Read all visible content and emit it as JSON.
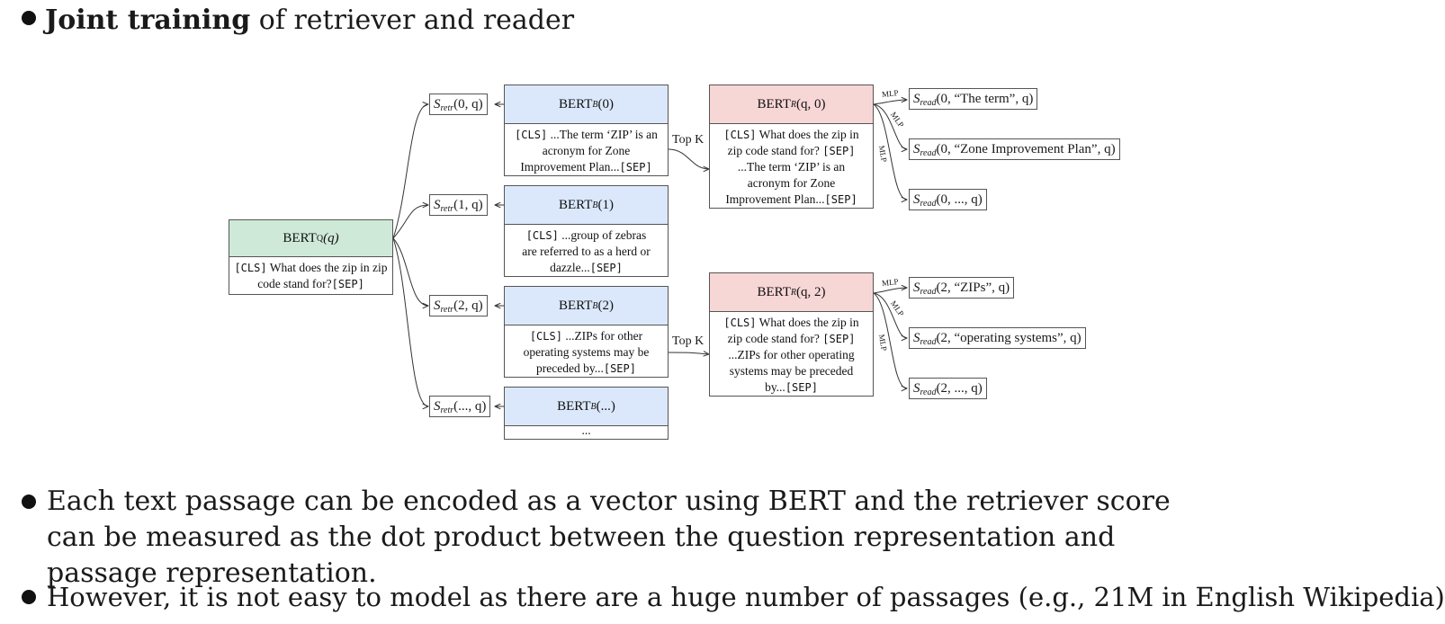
{
  "heading": {
    "bold": "Joint training",
    "rest": " of retriever and reader"
  },
  "question": {
    "title": "BERT",
    "title_sub": "Q",
    "title_arg": "(q)",
    "cls": "[CLS]",
    "text": " What does the zip in zip code stand for?",
    "sep": "[SEP]"
  },
  "passages": [
    {
      "sub": "B",
      "arg": "(0)",
      "cls": "[CLS]",
      "text": " ...The term ‘ZIP’ is an acronym for Zone Improvement Plan...",
      "sep": "[SEP]"
    },
    {
      "sub": "B",
      "arg": "(1)",
      "cls": "[CLS]",
      "text": " ...group of zebras are referred to as a herd or dazzle...",
      "sep": "[SEP]"
    },
    {
      "sub": "B",
      "arg": "(2)",
      "cls": "[CLS]",
      "text": " ...ZIPs for other operating systems may be preceded by...",
      "sep": "[SEP]"
    },
    {
      "sub": "B",
      "arg": "(...)",
      "body": "..."
    }
  ],
  "retr_scores": [
    {
      "label": "S",
      "sub": "retr",
      "arg": "(0, q)"
    },
    {
      "label": "S",
      "sub": "retr",
      "arg": "(1, q)"
    },
    {
      "label": "S",
      "sub": "retr",
      "arg": "(2, q)"
    },
    {
      "label": "S",
      "sub": "retr",
      "arg": "(..., q)"
    }
  ],
  "readers": [
    {
      "sub": "R",
      "arg": "(q, 0)",
      "cls": "[CLS]",
      "q_text": " What does the zip in zip code stand for?",
      "sep1": "[SEP]",
      "p_text": " ...The term ‘ZIP’ is an acronym for Zone Improvement Plan...",
      "sep2": "[SEP]",
      "topk": "Top K",
      "scores": [
        {
          "label": "S",
          "sub": "read",
          "arg": "(0, “The term”, q)",
          "mlp": "MLP"
        },
        {
          "label": "S",
          "sub": "read",
          "arg": "(0, “Zone Improvement Plan”, q)",
          "mlp": "MLP"
        },
        {
          "label": "S",
          "sub": "read",
          "arg": "(0, ..., q)",
          "mlp": "MLP"
        }
      ]
    },
    {
      "sub": "R",
      "arg": "(q, 2)",
      "cls": "[CLS]",
      "q_text": " What does the zip in zip code stand for?",
      "sep1": "[SEP]",
      "p_text": " ...ZIPs for other operating systems may be preceded by...",
      "sep2": "[SEP]",
      "topk": "Top K",
      "scores": [
        {
          "label": "S",
          "sub": "read",
          "arg": "(2, “ZIPs”, q)",
          "mlp": "MLP"
        },
        {
          "label": "S",
          "sub": "read",
          "arg": "(2, “operating systems”, q)",
          "mlp": "MLP"
        },
        {
          "label": "S",
          "sub": "read",
          "arg": "(2, ..., q)",
          "mlp": "MLP"
        }
      ]
    }
  ],
  "bullets": [
    "Each text passage can be encoded as a vector using BERT and the retriever score can be measured as the dot product between the question representation and passage representation.",
    "However, it is not easy to model as there are a huge number of passages (e.g., 21M in English Wikipedia)"
  ],
  "colors": {
    "encoder": "#dbe8fb",
    "question": "#cfe9d9",
    "reader": "#f7d6d6"
  }
}
